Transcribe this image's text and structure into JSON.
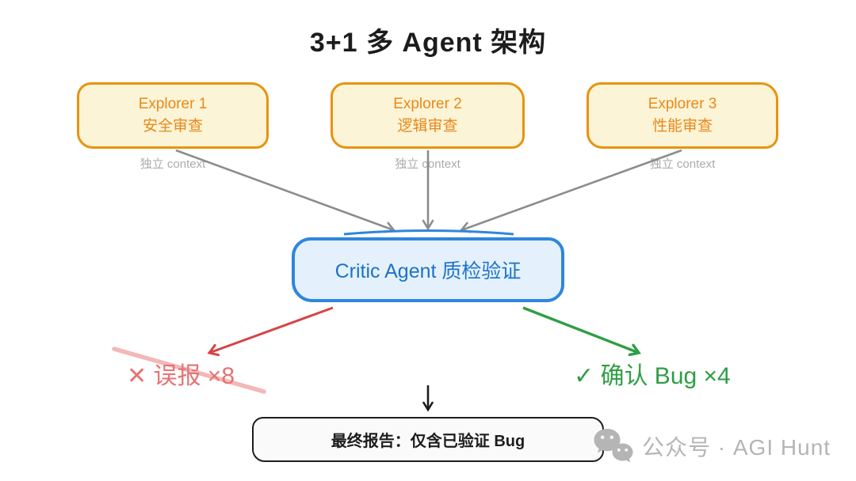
{
  "title": "3+1 多 Agent 架构",
  "explorers": [
    {
      "name": "Explorer 1",
      "role": "安全审查",
      "note": "独立 context"
    },
    {
      "name": "Explorer 2",
      "role": "逻辑审查",
      "note": "独立 context"
    },
    {
      "name": "Explorer 3",
      "role": "性能审查",
      "note": "独立 context"
    }
  ],
  "critic": {
    "label": "Critic Agent 质检验证"
  },
  "outcomes": {
    "false_positives": {
      "label": "✕ 误报 ×8"
    },
    "confirmed_bugs": {
      "label": "✓ 确认 Bug ×4"
    }
  },
  "final_report": {
    "label": "最终报告：仅含已验证 Bug"
  },
  "watermark": {
    "label": "公众号 · AGI Hunt"
  },
  "colors": {
    "explorer_border": "#e8930f",
    "explorer_fill": "#fcf4d6",
    "explorer_text": "#e8891a",
    "critic_border": "#2e86de",
    "critic_fill": "#e4f1fc",
    "critic_text": "#1d72c9",
    "connector_gray": "#8c8c8c",
    "note_gray": "#ababab",
    "reject_arrow": "#d64545",
    "reject_text": "#e57373",
    "reject_strike": "#f2b8b8",
    "confirm_green": "#2f9e44",
    "final_border": "#1d1d1d",
    "watermark_gray": "#b5b5b5"
  }
}
